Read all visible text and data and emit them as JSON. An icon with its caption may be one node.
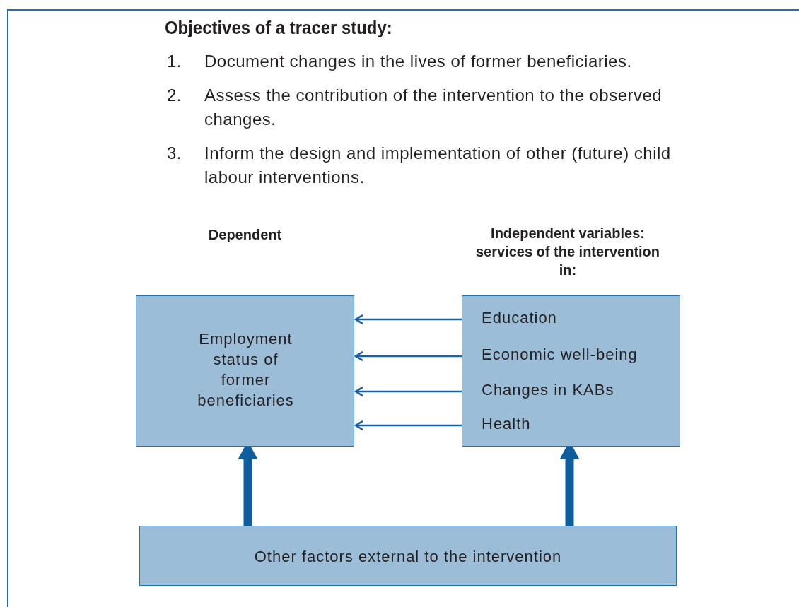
{
  "diagram": {
    "title": "Objectives of a tracer study:",
    "nodes": [
      {
        "text": [
          "Dependent",
          "Employment status of former beneficiaries"
        ]
      },
      {
        "text": [
          "Independent variables: services of the intervention in:",
          "Education",
          "Economic well-being",
          "Changes in KABs",
          "Health"
        ]
      },
      {
        "text": [
          "Other factors external to the intervention"
        ]
      }
    ],
    "edges": [
      {
        "from": 1,
        "to": 0,
        "arrow": "to"
      },
      {
        "from": 1,
        "to": 0,
        "arrow": "to"
      },
      {
        "from": 1,
        "to": 0,
        "arrow": "to"
      },
      {
        "from": 1,
        "to": 0,
        "arrow": "to"
      },
      {
        "from": 2,
        "to": 0,
        "arrow": "to",
        "style": "thick"
      },
      {
        "from": 2,
        "to": 1,
        "arrow": "to",
        "style": "thick"
      }
    ],
    "labels": [
      "1.",
      "Document changes in the lives of former beneficiaries.",
      "2.",
      "Assess the contribution of the intervention to the observed changes.",
      "3.",
      "Inform the design and implementation of other (future) child labour interventions."
    ]
  }
}
